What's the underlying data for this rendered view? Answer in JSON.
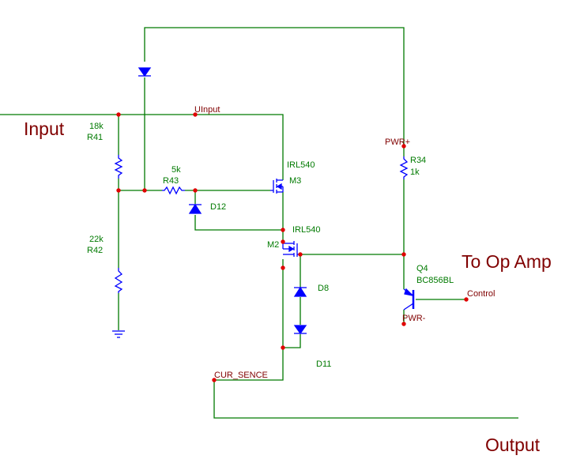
{
  "labels": {
    "input": "Input",
    "to_op_amp": "To Op Amp",
    "output": "Output",
    "r41_value": "18k",
    "r41_ref": "R41",
    "r42_value": "22k",
    "r42_ref": "R42",
    "r43_value": "5k",
    "r43_ref": "R43",
    "r34_ref": "R34",
    "r34_value": "1k",
    "d12": "D12",
    "d8": "D8",
    "d11": "D11",
    "m3_part": "IRL540",
    "m3_ref": "M3",
    "m2_part": "IRL540",
    "m2_ref": "M2",
    "q4_ref": "Q4",
    "q4_part": "BC856BL",
    "net_uinput": "UInput",
    "net_pwr_plus": "PWR+",
    "net_pwr_minus": "PWR-",
    "net_control": "Control",
    "net_cur_sence": "CUR_SENCE"
  },
  "colors": {
    "wire": "#007a00",
    "component": "#0000ff",
    "junction": "#e00000",
    "net_label": "#800000",
    "title_text": "#800000"
  }
}
